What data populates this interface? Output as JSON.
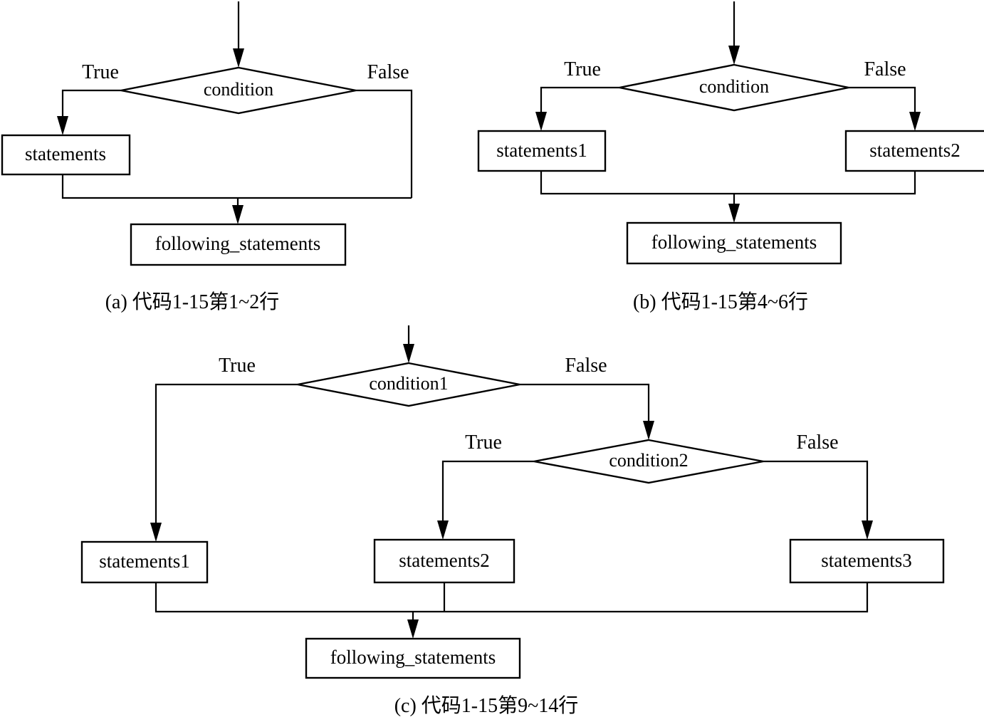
{
  "figure": {
    "type": "flowchart-set",
    "panel_count": 3,
    "stroke_color": "#000000",
    "fill_color": "#ffffff",
    "background": "#ffffff"
  },
  "labels": {
    "true": "True",
    "false": "False"
  },
  "panels": [
    {
      "id": "a",
      "caption": "(a) 代码1-15第1~2行",
      "nodes": {
        "condition": "condition",
        "statements": "statements",
        "following": "following_statements"
      },
      "branches": {
        "left": "True",
        "right": "False"
      }
    },
    {
      "id": "b",
      "caption": "(b) 代码1-15第4~6行",
      "nodes": {
        "condition": "condition",
        "statements1": "statements1",
        "statements2": "statements2",
        "following": "following_statements"
      },
      "branches": {
        "left": "True",
        "right": "False"
      }
    },
    {
      "id": "c",
      "caption": "(c) 代码1-15第9~14行",
      "nodes": {
        "condition1": "condition1",
        "condition2": "condition2",
        "statements1": "statements1",
        "statements2": "statements2",
        "statements3": "statements3",
        "following": "following_statements"
      },
      "branches": {
        "cond1_left": "True",
        "cond1_right": "False",
        "cond2_left": "True",
        "cond2_right": "False"
      }
    }
  ]
}
